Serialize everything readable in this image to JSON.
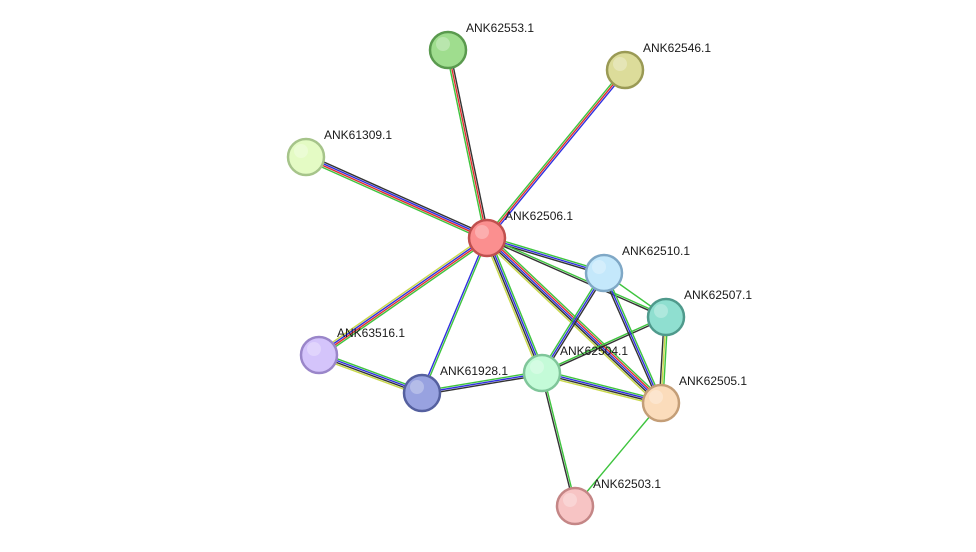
{
  "nodes": [
    {
      "id": "ANK62553.1",
      "label": "ANK62553.1",
      "fill": "#9fdd8e",
      "stroke": "#5a9a4e"
    },
    {
      "id": "ANK62546.1",
      "label": "ANK62546.1",
      "fill": "#dcdc9a",
      "stroke": "#9a9a55"
    },
    {
      "id": "ANK61309.1",
      "label": "ANK61309.1",
      "fill": "#e4fbc4",
      "stroke": "#a6c48a"
    },
    {
      "id": "ANK62506.1",
      "label": "ANK62506.1",
      "fill": "#fb8f8f",
      "stroke": "#c0504e"
    },
    {
      "id": "ANK62510.1",
      "label": "ANK62510.1",
      "fill": "#c4e8fb",
      "stroke": "#7fa8c6"
    },
    {
      "id": "ANK62507.1",
      "label": "ANK62507.1",
      "fill": "#8fdfd0",
      "stroke": "#4f9a8c"
    },
    {
      "id": "ANK63516.1",
      "label": "ANK63516.1",
      "fill": "#d4c4fb",
      "stroke": "#9a86c9"
    },
    {
      "id": "ANK61928.1",
      "label": "ANK61928.1",
      "fill": "#98a2e0",
      "stroke": "#55609f"
    },
    {
      "id": "ANK62504.1",
      "label": "ANK62504.1",
      "fill": "#c4fbd8",
      "stroke": "#7fc69a"
    },
    {
      "id": "ANK62505.1",
      "label": "ANK62505.1",
      "fill": "#fbdcbb",
      "stroke": "#c49e77"
    },
    {
      "id": "ANK62503.1",
      "label": "ANK62503.1",
      "fill": "#f7c4c4",
      "stroke": "#c48686"
    }
  ],
  "edges": [
    {
      "source": "ANK62506.1",
      "target": "ANK62553.1",
      "colors": [
        "#3ec43e",
        "#e03030",
        "#333333"
      ]
    },
    {
      "source": "ANK62506.1",
      "target": "ANK62546.1",
      "colors": [
        "#3ec43e",
        "#e03030",
        "#3030e0"
      ]
    },
    {
      "source": "ANK62506.1",
      "target": "ANK61309.1",
      "colors": [
        "#3ec43e",
        "#e03030",
        "#3030e0",
        "#333333"
      ]
    },
    {
      "source": "ANK62506.1",
      "target": "ANK62510.1",
      "colors": [
        "#3ec43e",
        "#3030e0",
        "#333333"
      ]
    },
    {
      "source": "ANK62506.1",
      "target": "ANK62507.1",
      "colors": [
        "#3ec43e",
        "#333333"
      ]
    },
    {
      "source": "ANK62506.1",
      "target": "ANK63516.1",
      "colors": [
        "#3ec43e",
        "#e03030",
        "#3030e0",
        "#c8d84a"
      ]
    },
    {
      "source": "ANK62506.1",
      "target": "ANK61928.1",
      "colors": [
        "#3ec43e",
        "#3030e0"
      ]
    },
    {
      "source": "ANK62506.1",
      "target": "ANK62504.1",
      "colors": [
        "#3ec43e",
        "#3030e0",
        "#333333",
        "#c8d84a"
      ]
    },
    {
      "source": "ANK62506.1",
      "target": "ANK62505.1",
      "colors": [
        "#3ec43e",
        "#e03030",
        "#3030e0",
        "#333333",
        "#c8d84a"
      ]
    },
    {
      "source": "ANK63516.1",
      "target": "ANK61928.1",
      "colors": [
        "#3ec43e",
        "#3030e0",
        "#333333",
        "#c8d84a"
      ]
    },
    {
      "source": "ANK61928.1",
      "target": "ANK62504.1",
      "colors": [
        "#3ec43e",
        "#3030e0",
        "#333333"
      ]
    },
    {
      "source": "ANK62504.1",
      "target": "ANK62510.1",
      "colors": [
        "#3ec43e",
        "#3030e0",
        "#333333"
      ]
    },
    {
      "source": "ANK62504.1",
      "target": "ANK62507.1",
      "colors": [
        "#3ec43e",
        "#333333"
      ]
    },
    {
      "source": "ANK62504.1",
      "target": "ANK62505.1",
      "colors": [
        "#3ec43e",
        "#3030e0",
        "#333333",
        "#c8d84a"
      ]
    },
    {
      "source": "ANK62504.1",
      "target": "ANK62503.1",
      "colors": [
        "#3ec43e",
        "#333333"
      ]
    },
    {
      "source": "ANK62510.1",
      "target": "ANK62505.1",
      "colors": [
        "#3ec43e",
        "#3030e0",
        "#333333"
      ]
    },
    {
      "source": "ANK62510.1",
      "target": "ANK62507.1",
      "colors": [
        "#3ec43e"
      ]
    },
    {
      "source": "ANK62507.1",
      "target": "ANK62505.1",
      "colors": [
        "#3ec43e",
        "#c8d84a",
        "#333333"
      ]
    },
    {
      "source": "ANK62505.1",
      "target": "ANK62503.1",
      "colors": [
        "#3ec43e"
      ]
    }
  ]
}
